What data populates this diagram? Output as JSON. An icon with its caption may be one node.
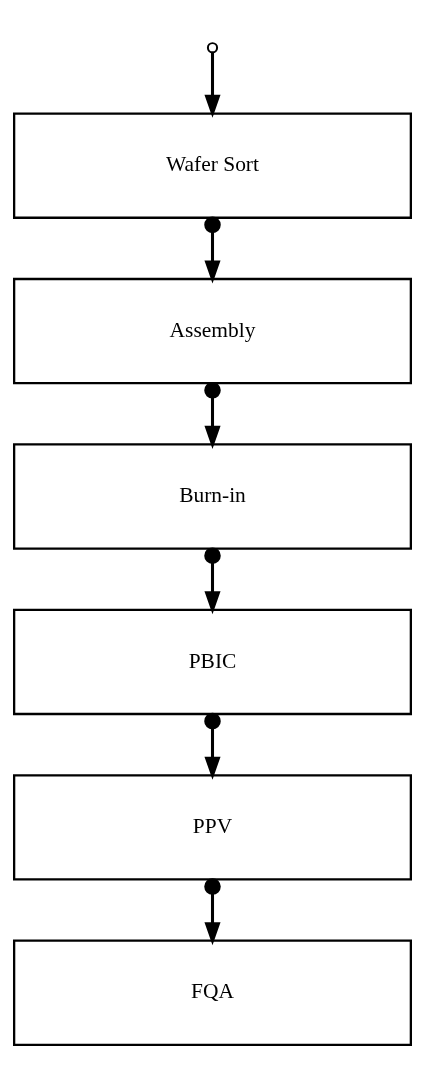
{
  "diagram": {
    "nodes": [
      {
        "text": [
          "Wafer Sort"
        ]
      },
      {
        "text": [
          "Assembly"
        ]
      },
      {
        "text": [
          "Burn-in"
        ]
      },
      {
        "text": [
          "PBIC"
        ]
      },
      {
        "text": [
          "PPV"
        ]
      },
      {
        "text": [
          "FQA"
        ]
      }
    ],
    "edges": [
      {
        "from": null,
        "to": 0,
        "arrow": "to"
      },
      {
        "from": 0,
        "to": 1,
        "arrow": "to"
      },
      {
        "from": 1,
        "to": 2,
        "arrow": "to"
      },
      {
        "from": 2,
        "to": 3,
        "arrow": "to"
      },
      {
        "from": 3,
        "to": 4,
        "arrow": "to"
      },
      {
        "from": 4,
        "to": 5,
        "arrow": "to"
      }
    ]
  }
}
